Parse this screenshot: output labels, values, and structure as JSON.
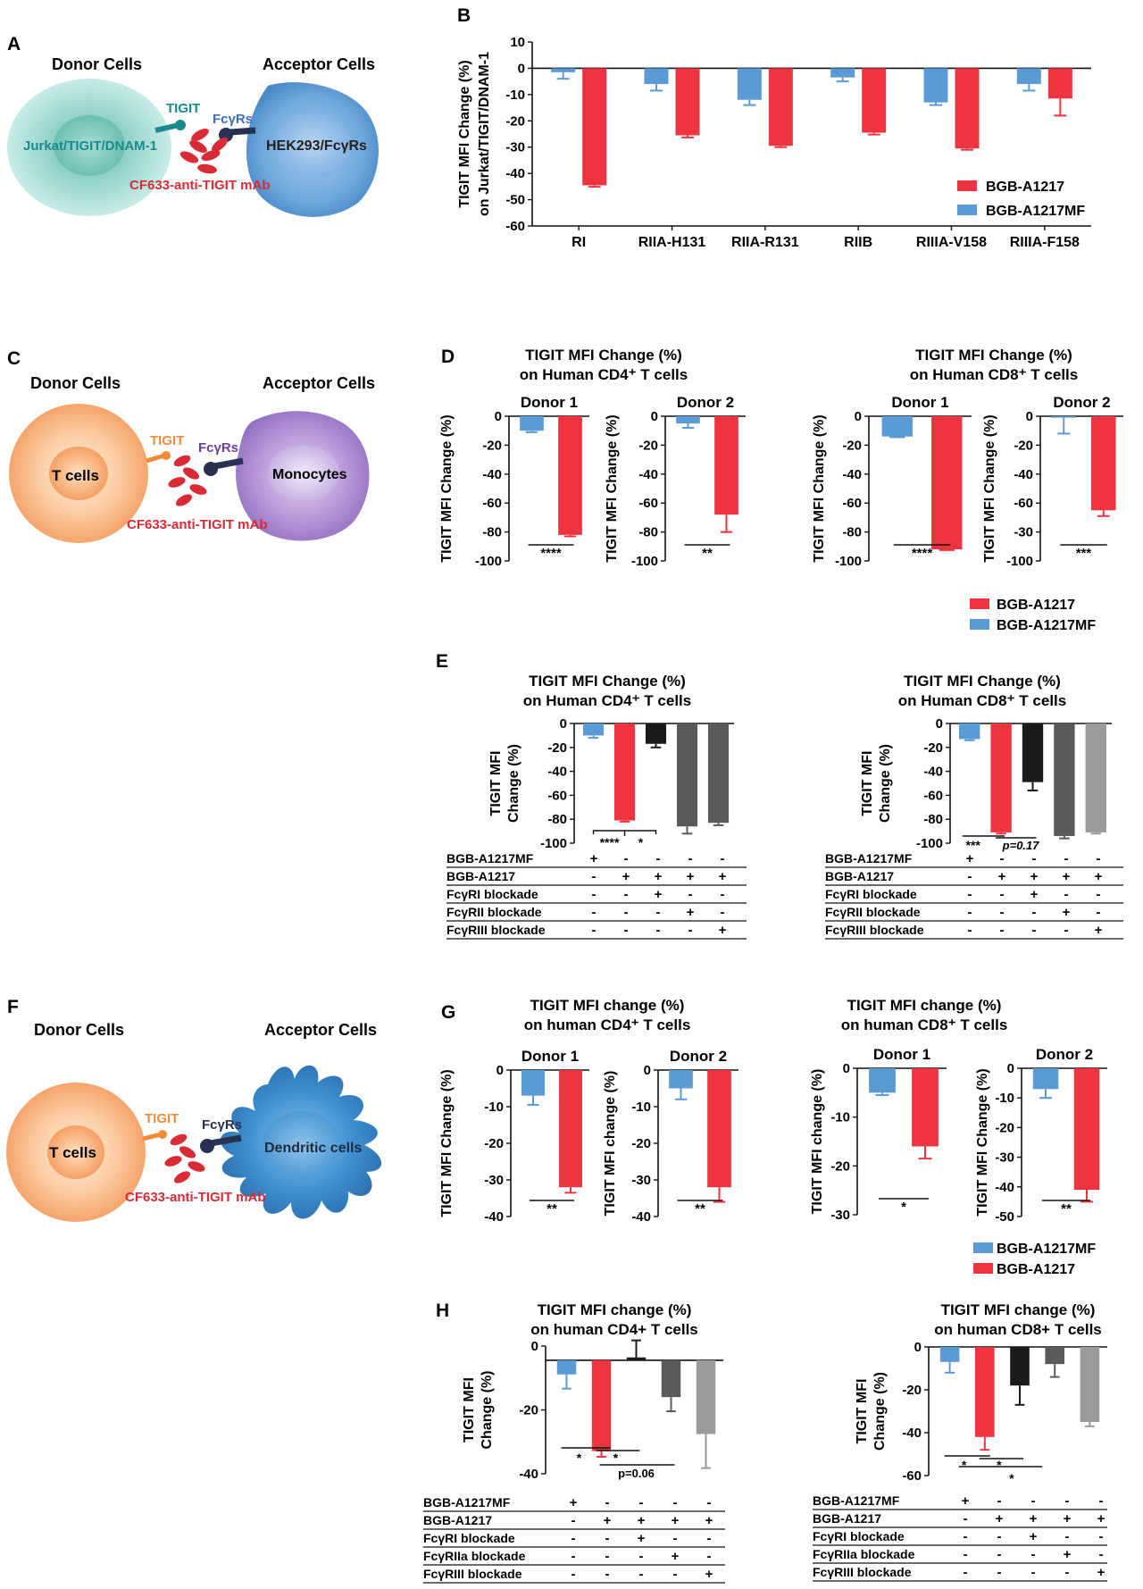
{
  "colors": {
    "red": "#ee3440",
    "blue": "#5b9bd5",
    "black": "#1a1a1a",
    "dgray": "#5a5a5a",
    "mgray": "#777777",
    "lgray": "#9a9a9a",
    "cyan": "#1a8a8a",
    "orange": "#f28a3c",
    "navy": "#26324f",
    "purple": "#6a3fa0",
    "ab": "#d92b36"
  },
  "panels": {
    "A": "A",
    "B": "B",
    "C": "C",
    "D": "D",
    "E": "E",
    "F": "F",
    "G": "G",
    "H": "H"
  },
  "schematics": {
    "A": {
      "donor": "Donor Cells",
      "acceptor": "Acceptor Cells",
      "left_cell": "Jurkat/TIGIT/DNAM-1",
      "right_cell": "HEK293/FcγRs",
      "tigit": "TIGIT",
      "fcr": "FcγRs",
      "mab": "CF633-anti-TIGIT mAb"
    },
    "C": {
      "donor": "Donor Cells",
      "acceptor": "Acceptor Cells",
      "left_cell": "T cells",
      "right_cell": "Monocytes",
      "tigit": "TIGIT",
      "fcr": "FcγRs",
      "mab": "CF633-anti-TIGIT mAb"
    },
    "F": {
      "donor": "Donor Cells",
      "acceptor": "Acceptor Cells",
      "left_cell": "T cells",
      "right_cell": "Dendritic cells",
      "tigit": "TIGIT",
      "fcr": "FcγRs",
      "mab": "CF633-anti-TIGIT mAb"
    }
  },
  "chart_data": [
    {
      "id": "B",
      "type": "bar",
      "ylabel": [
        "TIGIT MFI Change (%)",
        "on Jurkat/TIGIT/DNAM-1"
      ],
      "ylim": [
        -60,
        10
      ],
      "yticks": [
        10,
        0,
        -10,
        -20,
        -30,
        -40,
        -50,
        -60
      ],
      "categories": [
        "RI",
        "RIIA-H131",
        "RIIA-R131",
        "RIIB",
        "RIIIA-V158",
        "RIIIA-F158"
      ],
      "series": [
        {
          "name": "BGB-A1217MF",
          "color": "blue",
          "values": [
            -1.5,
            -6,
            -12,
            -3.5,
            -13,
            -6
          ],
          "err": [
            2.5,
            2.5,
            2,
            1.5,
            1,
            2.5
          ]
        },
        {
          "name": "BGB-A1217",
          "color": "red",
          "values": [
            -44.5,
            -25.5,
            -29.5,
            -24.5,
            -30.5,
            -11.5
          ],
          "err": [
            0.6,
            0.8,
            0.5,
            0.7,
            0.5,
            6.5
          ]
        }
      ],
      "legend": [
        {
          "name": "BGB-A1217",
          "color": "red"
        },
        {
          "name": "BGB-A1217MF",
          "color": "blue"
        }
      ],
      "legend_position": "bottom-right"
    },
    {
      "id": "D1",
      "type": "bar",
      "subtitle": "Donor 1",
      "ylabel": "TIGIT MFI Change (%)",
      "ylim": [
        -100,
        0
      ],
      "yticks": [
        0,
        -20,
        -40,
        -60,
        -80,
        -100
      ],
      "values": [
        -10,
        -82
      ],
      "err": [
        1,
        1
      ],
      "colors": [
        "blue",
        "red"
      ],
      "sig": "****"
    },
    {
      "id": "D2",
      "type": "bar",
      "subtitle": "Donor 2",
      "ylabel": "TIGIT MFI Change (%)",
      "ylim": [
        -100,
        0
      ],
      "yticks": [
        0,
        -20,
        -40,
        -60,
        -80,
        -100
      ],
      "values": [
        -5,
        -68
      ],
      "err": [
        3,
        12
      ],
      "colors": [
        "blue",
        "red"
      ],
      "sig": "**"
    },
    {
      "id": "D3",
      "type": "bar",
      "subtitle": "Donor 1",
      "ylabel": "TIGIT MFI Change (%)",
      "ylim": [
        -100,
        0
      ],
      "yticks": [
        0,
        -20,
        -40,
        -60,
        -80,
        -100
      ],
      "values": [
        -14,
        -92
      ],
      "err": [
        0.5,
        0.5
      ],
      "colors": [
        "blue",
        "red"
      ],
      "sig": "****"
    },
    {
      "id": "D4",
      "type": "bar",
      "subtitle": "Donor 2",
      "ylabel": "TIGIT MFI Change (%)",
      "ylim": [
        -100,
        0
      ],
      "yticks": [
        0,
        -20,
        -40,
        -60,
        -30,
        -100
      ],
      "values": [
        -1,
        -65
      ],
      "err": [
        11,
        4
      ],
      "colors": [
        "blue",
        "red"
      ],
      "sig": "***"
    },
    {
      "id": "E1",
      "type": "bar",
      "ylabel": [
        "TIGIT MFI",
        "Change (%)"
      ],
      "ylim": [
        -100,
        0
      ],
      "yticks": [
        0,
        -20,
        -40,
        -60,
        -80,
        -100
      ],
      "values": [
        -10,
        -81,
        -17,
        -86,
        -83
      ],
      "err": [
        2,
        1,
        3,
        6,
        2
      ],
      "colors": [
        "blue",
        "red",
        "black",
        "dgray",
        "dgray"
      ]
    },
    {
      "id": "E2",
      "type": "bar",
      "ylabel": [
        "TIGIT MFI",
        "Change (%)"
      ],
      "ylim": [
        -100,
        0
      ],
      "yticks": [
        0,
        -20,
        -40,
        -60,
        -80,
        -100
      ],
      "values": [
        -13,
        -91,
        -49,
        -94,
        -91
      ],
      "err": [
        1,
        1,
        7,
        2,
        1
      ],
      "colors": [
        "blue",
        "red",
        "black",
        "dgray",
        "lgray"
      ]
    },
    {
      "id": "G1",
      "type": "bar",
      "subtitle": "Donor 1",
      "ylabel": "TIGIT MFI Change (%)",
      "ylim": [
        -40,
        0
      ],
      "yticks": [
        0,
        -10,
        -20,
        -30,
        -40
      ],
      "values": [
        -7,
        -32
      ],
      "err": [
        2.5,
        1.5
      ],
      "colors": [
        "blue",
        "red"
      ],
      "sig": "**"
    },
    {
      "id": "G2",
      "type": "bar",
      "subtitle": "Donor 2",
      "ylabel": "TIGIT MFI change (%)",
      "ylim": [
        -40,
        0
      ],
      "yticks": [
        0,
        -10,
        -20,
        -30,
        -40
      ],
      "values": [
        -5,
        -32
      ],
      "err": [
        3,
        4
      ],
      "colors": [
        "blue",
        "red"
      ],
      "sig": "**"
    },
    {
      "id": "G3",
      "type": "bar",
      "subtitle": "Donor 1",
      "ylabel": "TIGIT MFI change (%)",
      "ylim": [
        -30,
        0
      ],
      "yticks": [
        0,
        -10,
        -20,
        -30
      ],
      "values": [
        -5,
        -16
      ],
      "err": [
        0.5,
        2.5
      ],
      "colors": [
        "blue",
        "red"
      ],
      "sig": "*"
    },
    {
      "id": "G4",
      "type": "bar",
      "subtitle": "Donor 2",
      "ylabel": "TIGIT MFI Change (%)",
      "ylim": [
        -50,
        0
      ],
      "yticks": [
        0,
        -10,
        -20,
        -30,
        -40,
        -50
      ],
      "values": [
        -7,
        -41
      ],
      "err": [
        3,
        4
      ],
      "colors": [
        "blue",
        "red"
      ],
      "sig": "**"
    },
    {
      "id": "H1",
      "type": "bar",
      "ylabel": [
        "TIGIT MFI",
        "Change (%)"
      ],
      "ylim": [
        -40,
        5
      ],
      "yticks": [
        0,
        -20,
        -40
      ],
      "values": [
        -5,
        -32,
        1,
        -13,
        -26
      ],
      "err": [
        5,
        2,
        6,
        5,
        12
      ],
      "colors": [
        "blue",
        "red",
        "black",
        "dgray",
        "lgray"
      ]
    },
    {
      "id": "H2",
      "type": "bar",
      "ylabel": [
        "TIGIT MFI",
        "Change (%)"
      ],
      "ylim": [
        -60,
        0
      ],
      "yticks": [
        0,
        -20,
        -40,
        -60
      ],
      "values": [
        -7,
        -42,
        -18,
        -8,
        -35
      ],
      "err": [
        5,
        6,
        9,
        6,
        2
      ],
      "colors": [
        "blue",
        "red",
        "black",
        "dgray",
        "lgray"
      ]
    }
  ],
  "D": {
    "left_title": [
      "TIGIT MFI Change (%)",
      "on Human CD4⁺ T cells"
    ],
    "right_title": [
      "TIGIT MFI Change (%)",
      "on Human CD8⁺ T cells"
    ],
    "legend": [
      {
        "name": "BGB-A1217",
        "color": "red"
      },
      {
        "name": "BGB-A1217MF",
        "color": "blue"
      }
    ]
  },
  "E": {
    "left_title": [
      "TIGIT MFI Change (%)",
      "on Human CD4⁺ T cells"
    ],
    "right_title": [
      "TIGIT MFI Change (%)",
      "on Human CD8⁺ T cells"
    ],
    "left_sig": [
      "****",
      "*"
    ],
    "right_sig": [
      "***",
      "p=0.17"
    ],
    "rows": [
      "BGB-A1217MF",
      "BGB-A1217",
      "FcγRI blockade",
      "FcγRII blockade",
      "FcγRIII blockade"
    ],
    "matrix": [
      [
        "+",
        "-",
        "-",
        "-",
        "-"
      ],
      [
        "-",
        "+",
        "+",
        "+",
        "+"
      ],
      [
        "-",
        "-",
        "+",
        "-",
        "-"
      ],
      [
        "-",
        "-",
        "-",
        "+",
        "-"
      ],
      [
        "-",
        "-",
        "-",
        "-",
        "+"
      ]
    ]
  },
  "G": {
    "left_title": [
      "TIGIT MFI change (%)",
      "on human CD4⁺ T cells"
    ],
    "right_title": [
      "TIGIT MFI change (%)",
      "on human CD8⁺ T cells"
    ],
    "legend": [
      {
        "name": "BGB-A1217MF",
        "color": "blue"
      },
      {
        "name": "BGB-A1217",
        "color": "red"
      }
    ]
  },
  "H": {
    "left_title": [
      "TIGIT MFI change (%)",
      "on human CD4+ T cells"
    ],
    "right_title": [
      "TIGIT MFI change (%)",
      "on human CD8+ T cells"
    ],
    "left_sig": [
      "*",
      "*",
      "p=0.06"
    ],
    "right_sig": [
      "*",
      "*",
      "*"
    ],
    "rows": [
      "BGB-A1217MF",
      "BGB-A1217",
      "FcγRI blockade",
      "FcγRIIa blockade",
      "FcγRIII blockade"
    ],
    "matrix": [
      [
        "+",
        "-",
        "-",
        "-",
        "-"
      ],
      [
        "-",
        "+",
        "+",
        "+",
        "+"
      ],
      [
        "-",
        "-",
        "+",
        "-",
        "-"
      ],
      [
        "-",
        "-",
        "-",
        "+",
        "-"
      ],
      [
        "-",
        "-",
        "-",
        "-",
        "+"
      ]
    ]
  }
}
